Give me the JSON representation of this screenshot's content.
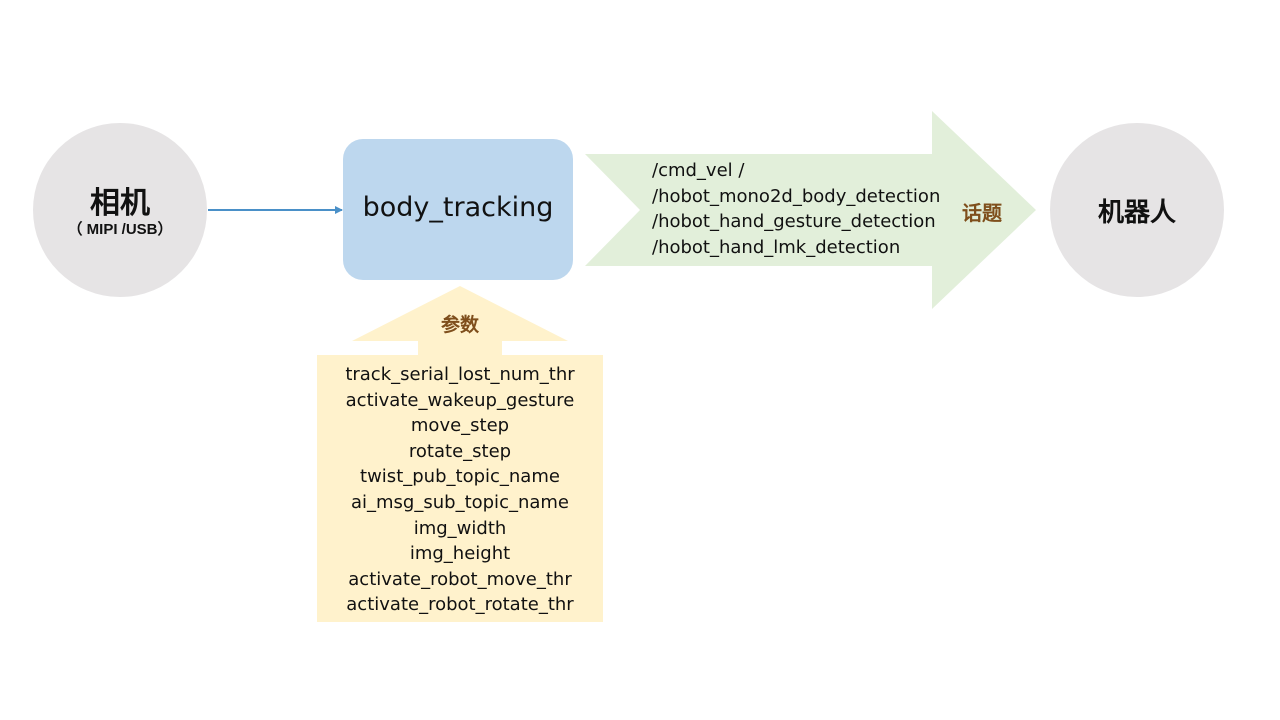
{
  "camera": {
    "title": "相机",
    "subtitle": "（ MIPI /USB）"
  },
  "node": {
    "label": "body_tracking"
  },
  "topics": {
    "title": "话题",
    "items": [
      "/cmd_vel /",
      "/hobot_mono2d_body_detection",
      "/hobot_hand_gesture_detection",
      "/hobot_hand_lmk_detection"
    ]
  },
  "robot": {
    "title": "机器人"
  },
  "params": {
    "title": "参数",
    "items": [
      "track_serial_lost_num_thr",
      "activate_wakeup_gesture",
      "move_step",
      "rotate_step",
      "twist_pub_topic_name",
      "ai_msg_sub_topic_name",
      "img_width",
      "img_height",
      "activate_robot_move_thr",
      "activate_robot_rotate_thr"
    ]
  },
  "colors": {
    "circle_fill": "#e6e4e5",
    "node_fill": "#bdd7ee",
    "topic_arrow_fill": "#e2efda",
    "param_fill": "#fff2cc",
    "connector": "#4a90c8",
    "accent_text": "#7f4f1c"
  }
}
